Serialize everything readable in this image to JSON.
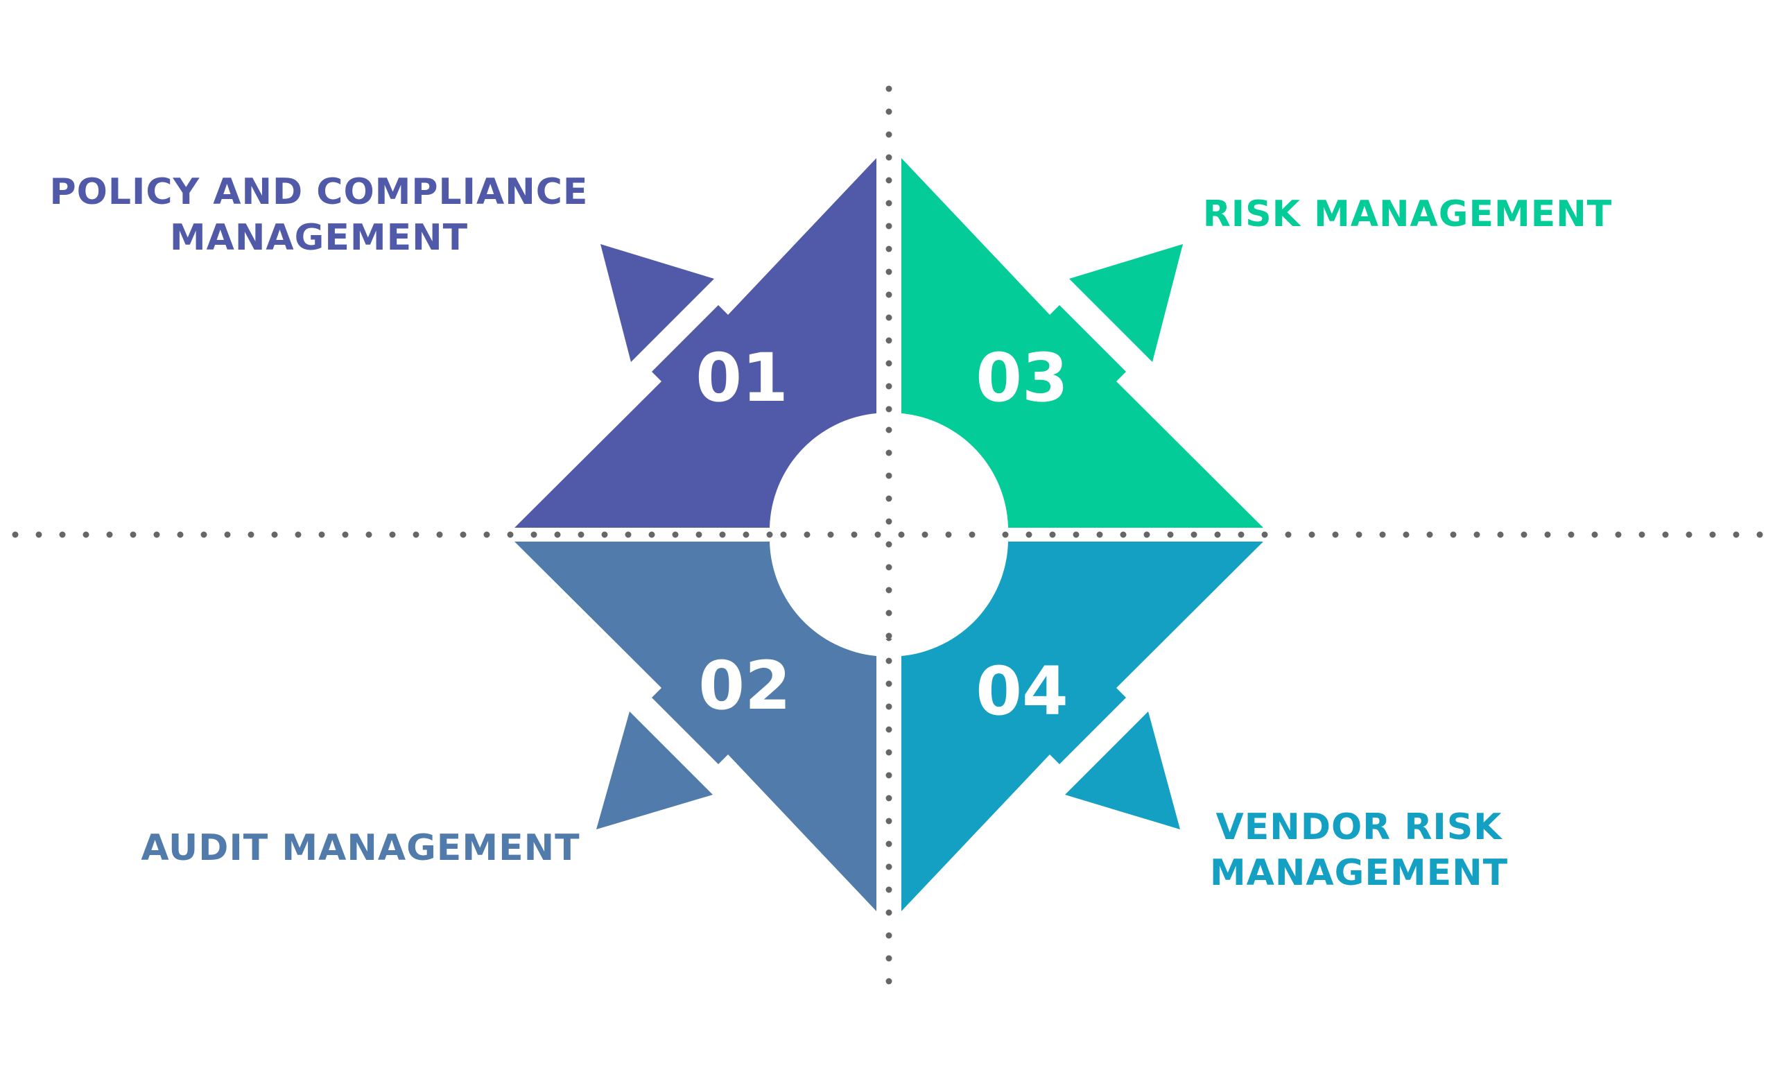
{
  "segments": [
    {
      "id": "01",
      "label_lines": [
        "POLICY AND COMPLIANCE",
        "MANAGEMENT"
      ],
      "color": "#5159a9"
    },
    {
      "id": "02",
      "label_lines": [
        "AUDIT MANAGEMENT"
      ],
      "color": "#507bab"
    },
    {
      "id": "03",
      "label_lines": [
        "RISK MANAGEMENT"
      ],
      "color": "#03cc98"
    },
    {
      "id": "04",
      "label_lines": [
        "VENDOR RISK",
        "MANAGEMENT"
      ],
      "color": "#13a0c3"
    }
  ],
  "divider_color": "#666666",
  "background": "#ffffff"
}
